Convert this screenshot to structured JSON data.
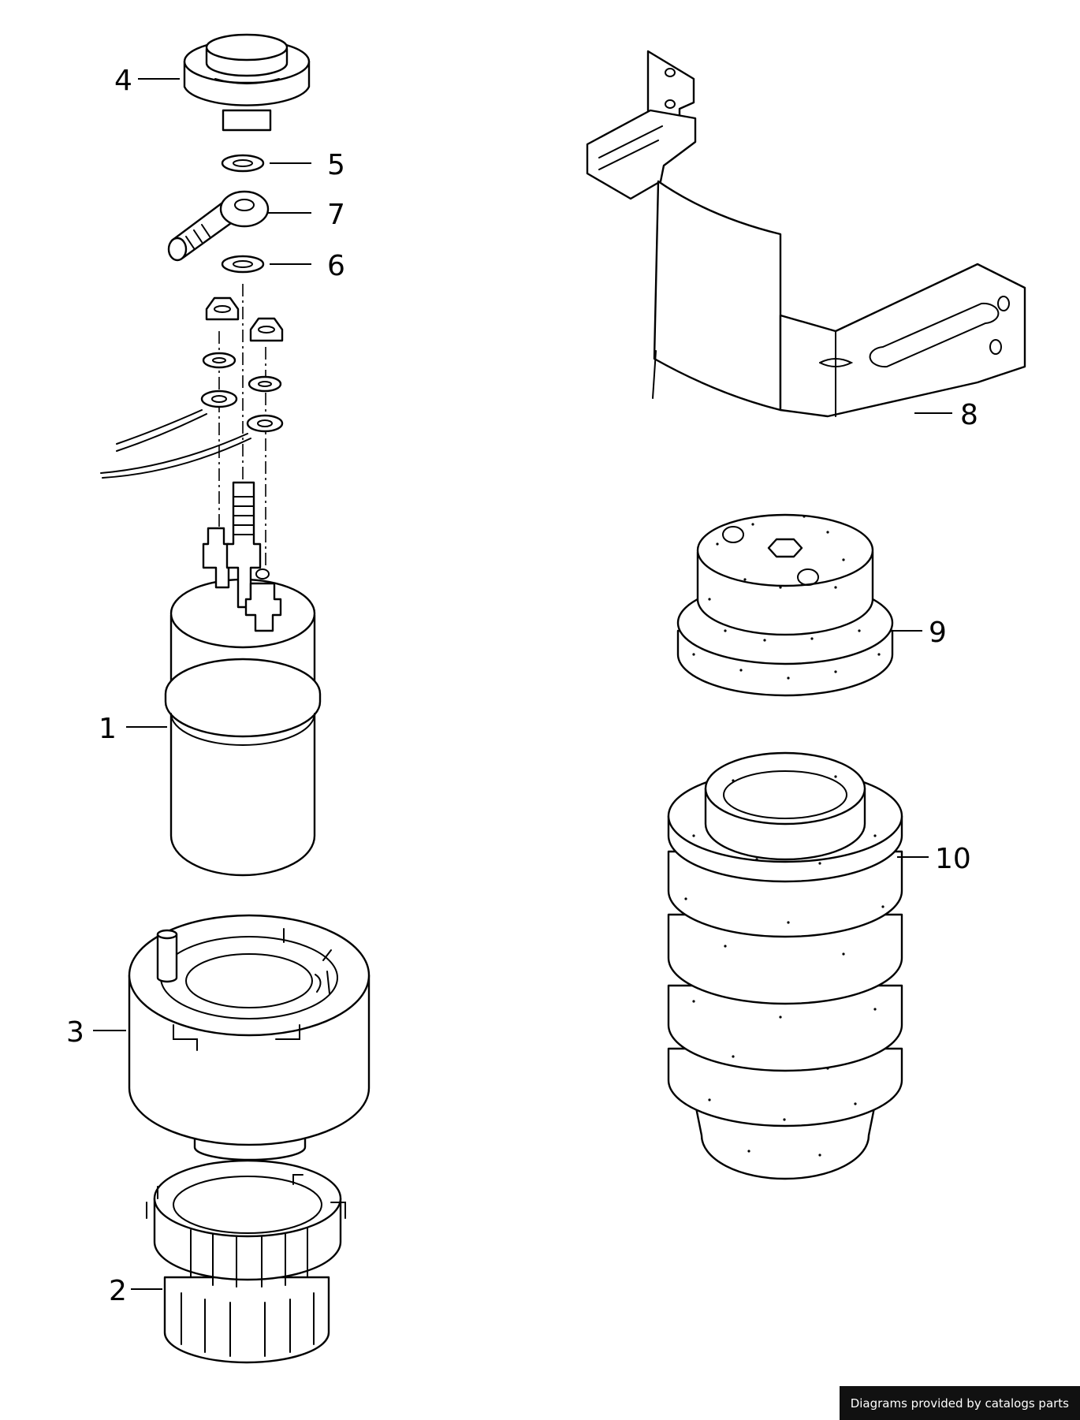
{
  "callouts": {
    "c1": "1",
    "c2": "2",
    "c3": "3",
    "c4": "4",
    "c5": "5",
    "c6": "6",
    "c7": "7",
    "c8": "8",
    "c9": "9",
    "c10": "10"
  },
  "credit": "Diagrams provided by catalogs parts"
}
